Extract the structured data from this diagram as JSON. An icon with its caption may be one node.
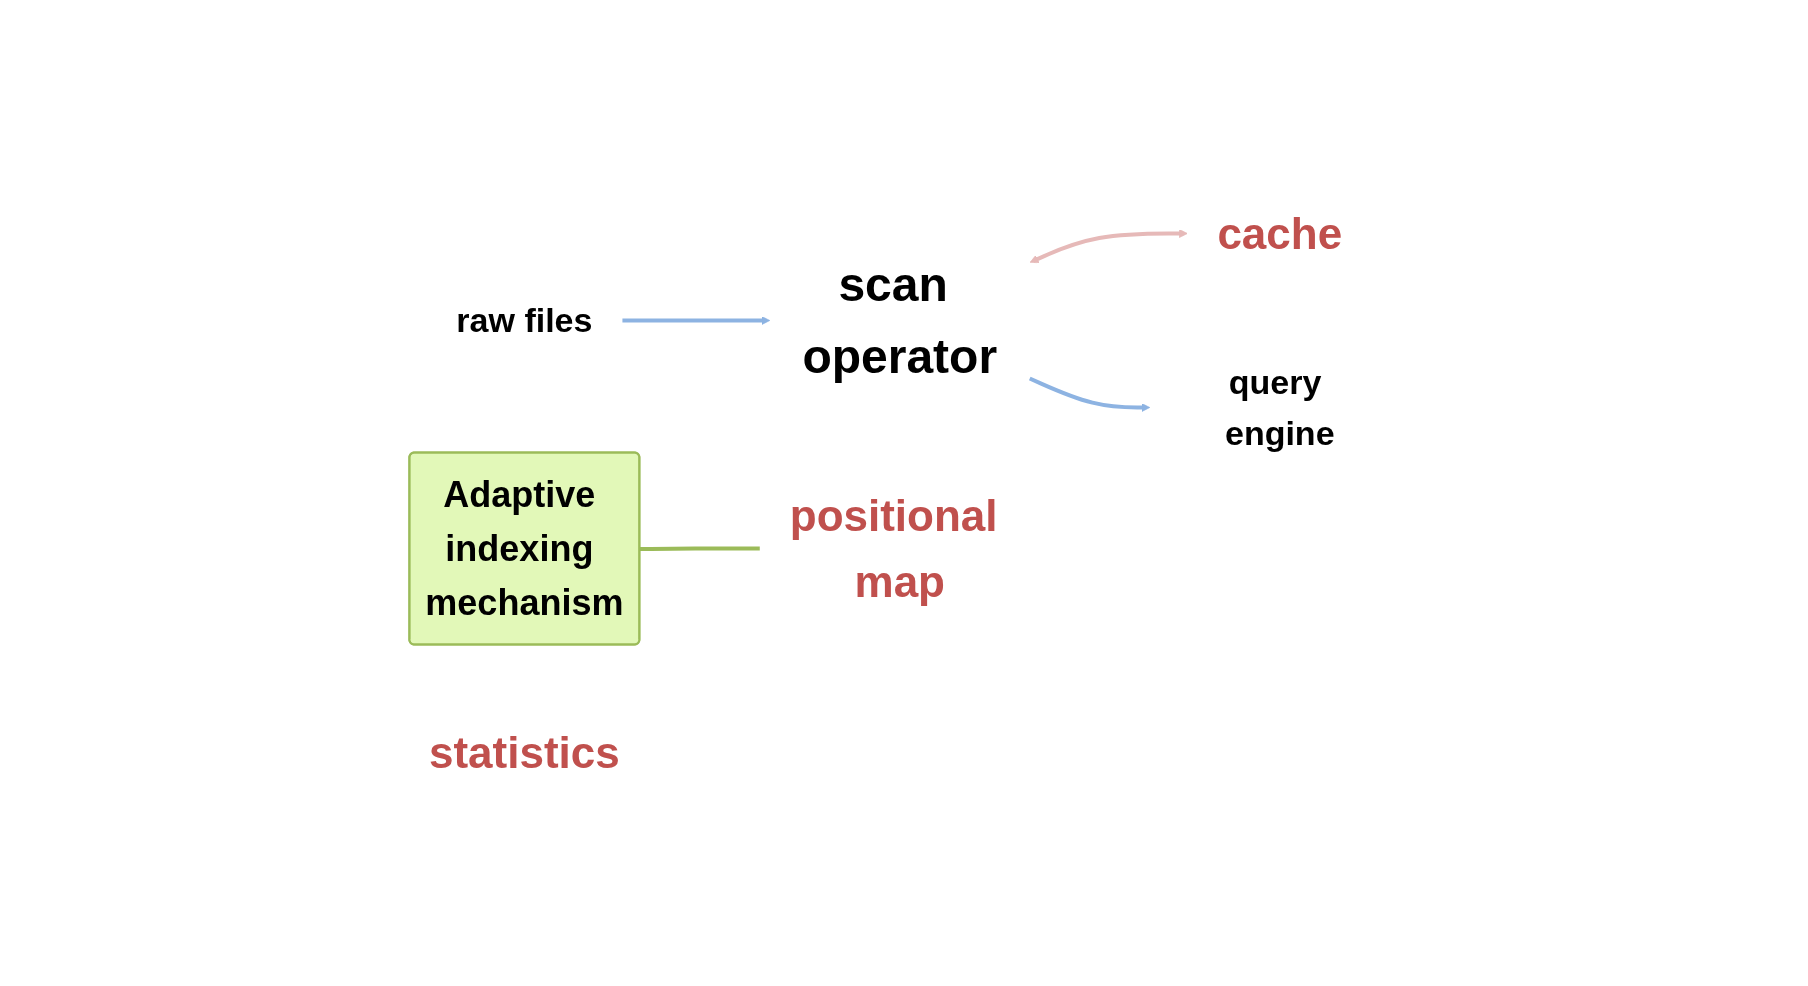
{
  "diagram": {
    "nodes": [
      {
        "text": [
          "raw files"
        ]
      },
      {
        "text": [
          "scan operator"
        ]
      },
      {
        "text": [
          "query engine"
        ]
      },
      {
        "text": [
          "Adaptive indexing mechanism"
        ]
      },
      {
        "text": [
          "positional map"
        ]
      },
      {
        "text": [
          "cache"
        ]
      },
      {
        "text": [
          "statistics"
        ]
      }
    ],
    "edges": [
      {
        "from": 0,
        "to": 1,
        "arrow": "to"
      },
      {
        "from": 1,
        "to": 5,
        "arrow": "both",
        "color": "#e6b9b8"
      },
      {
        "from": 1,
        "to": 2,
        "arrow": "to"
      },
      {
        "from": 3,
        "to": 4,
        "arrow": "none",
        "color": "#9bbb59"
      }
    ]
  }
}
